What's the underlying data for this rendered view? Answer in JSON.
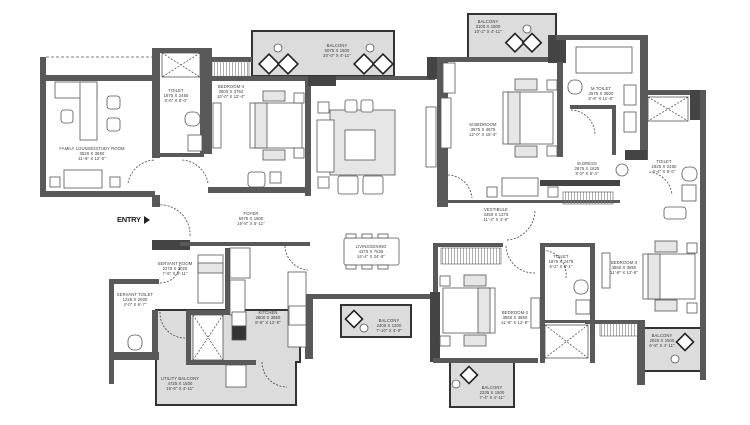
{
  "plan": {
    "type": "apartment floor plan",
    "entry_label": "ENTRY",
    "rooms": [
      {
        "id": "family-lounge",
        "name": "FAMILY LOUNGE/STUDY ROOM",
        "metric": "3520 X 3650",
        "imperial": "11'-6\" X 12'-0\""
      },
      {
        "id": "toilet-1",
        "name": "TOILET",
        "metric": "1975 X 2450",
        "imperial": "6'-6\" X 8'-0\""
      },
      {
        "id": "bedroom-4",
        "name": "BEDROOM-4",
        "metric": "3000 X 3750",
        "imperial": "10'-0\" X 12'-4\""
      },
      {
        "id": "balcony-top-center",
        "name": "BALCONY",
        "metric": "6075 X 1500",
        "imperial": "20'-0\" X 4'-11\""
      },
      {
        "id": "balcony-top-right",
        "name": "BALCONY",
        "metric": "3100 X 1500",
        "imperial": "10'-2\" X 4'-11\""
      },
      {
        "id": "master-bedroom",
        "name": "M.BEDROOM",
        "metric": "3675 X 4675",
        "imperial": "12'-0\" X 15'-4\""
      },
      {
        "id": "master-toilet",
        "name": "M.TOILET",
        "metric": "2575 X 3500",
        "imperial": "8'-6\" X 11'-6\""
      },
      {
        "id": "m-dress",
        "name": "M.DRESS",
        "metric": "2675 X 1625",
        "imperial": "8'-9\" X 5'-4\""
      },
      {
        "id": "toilet-2",
        "name": "TOILET",
        "metric": "1925 X 2450",
        "imperial": "6'-4\" X 8'-0\""
      },
      {
        "id": "foyer",
        "name": "FOYER",
        "metric": "5075 X 1800",
        "imperial": "16'-8\" X 5'-11\""
      },
      {
        "id": "vestibule",
        "name": "VESTIBULE",
        "metric": "3450 X 1375",
        "imperial": "11'-4\" X 4'-6\""
      },
      {
        "id": "living-dining",
        "name": "LIVING/DINING",
        "metric": "4375 X 7525",
        "imperial": "14'-4\" X 24'-8\""
      },
      {
        "id": "servant-room",
        "name": "SERVANT ROOM",
        "metric": "2275 X 3025",
        "imperial": "7'-6\" X 9'-11\""
      },
      {
        "id": "servant-toilet",
        "name": "SERVANT TOILET",
        "metric": "1225 X 2000",
        "imperial": "4'-0\" X 6'-7\""
      },
      {
        "id": "kitchen",
        "name": "KITCHEN",
        "metric": "2600 X 3850",
        "imperial": "8'-6\" X 12'-8\""
      },
      {
        "id": "utility-balcony",
        "name": "UTILITY BALCONY",
        "metric": "4725 X 1500",
        "imperial": "15'-6\" X 4'-11\""
      },
      {
        "id": "balcony-bottom-center",
        "name": "BALCONY",
        "metric": "2400 X 1200",
        "imperial": "7'-10\" X 4'-0\""
      },
      {
        "id": "bedroom-2",
        "name": "BEDROOM-2",
        "metric": "3550 X 3850",
        "imperial": "11'-8\" X 12'-8\""
      },
      {
        "id": "toilet-3",
        "name": "TOILET",
        "metric": "1875 X 2475",
        "imperial": "6'-2\" X 8'-1\""
      },
      {
        "id": "balcony-bottom",
        "name": "BALCONY",
        "metric": "2235 X 1500",
        "imperial": "7'-4\" X 4'-11\""
      },
      {
        "id": "bedroom-3",
        "name": "BEDROOM-3",
        "metric": "3550 X 3850",
        "imperial": "11'-8\" X 12'-8\""
      },
      {
        "id": "balcony-bottom-right",
        "name": "BALCONY",
        "metric": "2025 X 1500",
        "imperial": "6'-8\" X 4'-11\""
      }
    ]
  },
  "colors": {
    "wall": "#595959",
    "wall_dark": "#3c3c3c",
    "balcony_fill": "#dcdcdc",
    "furniture_fill": "#e6e6e6",
    "line": "#555555",
    "background": "#ffffff"
  }
}
